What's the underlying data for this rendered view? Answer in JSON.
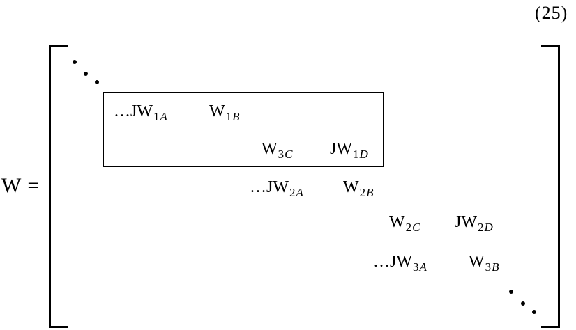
{
  "figure": {
    "equation_number": "(25)"
  },
  "equation": {
    "lhs": "W",
    "relation": "="
  },
  "matrix": {
    "entries": [
      {
        "prefix": "…",
        "base": "JW",
        "sub_num": "1",
        "sub_letter": "A"
      },
      {
        "prefix": "",
        "base": "W",
        "sub_num": "1",
        "sub_letter": "B"
      },
      {
        "prefix": "",
        "base": "W",
        "sub_num": "3",
        "sub_letter": "C"
      },
      {
        "prefix": "",
        "base": "JW",
        "sub_num": "1",
        "sub_letter": "D"
      },
      {
        "prefix": "…",
        "base": "JW",
        "sub_num": "2",
        "sub_letter": "A"
      },
      {
        "prefix": "",
        "base": "W",
        "sub_num": "2",
        "sub_letter": "B"
      },
      {
        "prefix": "",
        "base": "W",
        "sub_num": "2",
        "sub_letter": "C"
      },
      {
        "prefix": "",
        "base": "JW",
        "sub_num": "2",
        "sub_letter": "D"
      },
      {
        "prefix": "…",
        "base": "JW",
        "sub_num": "3",
        "sub_letter": "A"
      },
      {
        "prefix": "",
        "base": "W",
        "sub_num": "3",
        "sub_letter": "B"
      }
    ]
  },
  "colors": {
    "foreground": "#000000",
    "background": "#ffffff"
  }
}
